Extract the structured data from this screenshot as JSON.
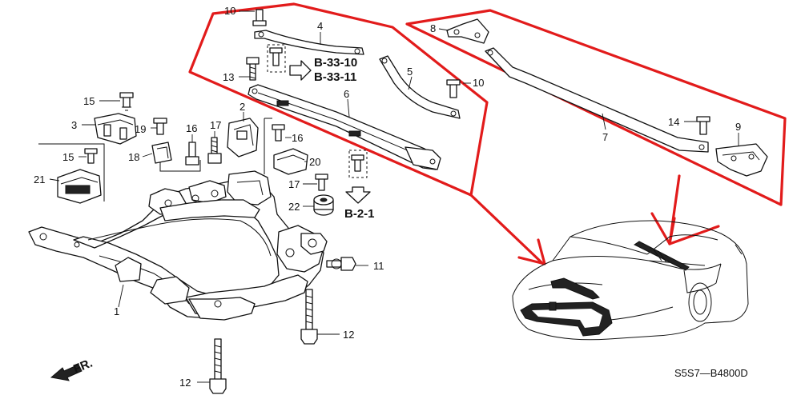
{
  "callouts": {
    "c1": "1",
    "c2": "2",
    "c3": "3",
    "c4": "4",
    "c5": "5",
    "c6": "6",
    "c7": "7",
    "c8": "8",
    "c9": "9",
    "c10a": "10",
    "c10b": "10",
    "c11": "11",
    "c12a": "12",
    "c12b": "12",
    "c13": "13",
    "c14": "14",
    "c15a": "15",
    "c15b": "15",
    "c16a": "16",
    "c16b": "16",
    "c17a": "17",
    "c17b": "17",
    "c18": "18",
    "c19": "19",
    "c20": "20",
    "c21": "21",
    "c22": "22"
  },
  "references": {
    "ref_a": "B-33-10",
    "ref_b": "B-33-11",
    "ref_c": "B-2-1"
  },
  "front_label": "FR.",
  "diagram_code": "S5S7—B4800D",
  "colors": {
    "highlight": "#e21b1b",
    "ink": "#111111"
  }
}
